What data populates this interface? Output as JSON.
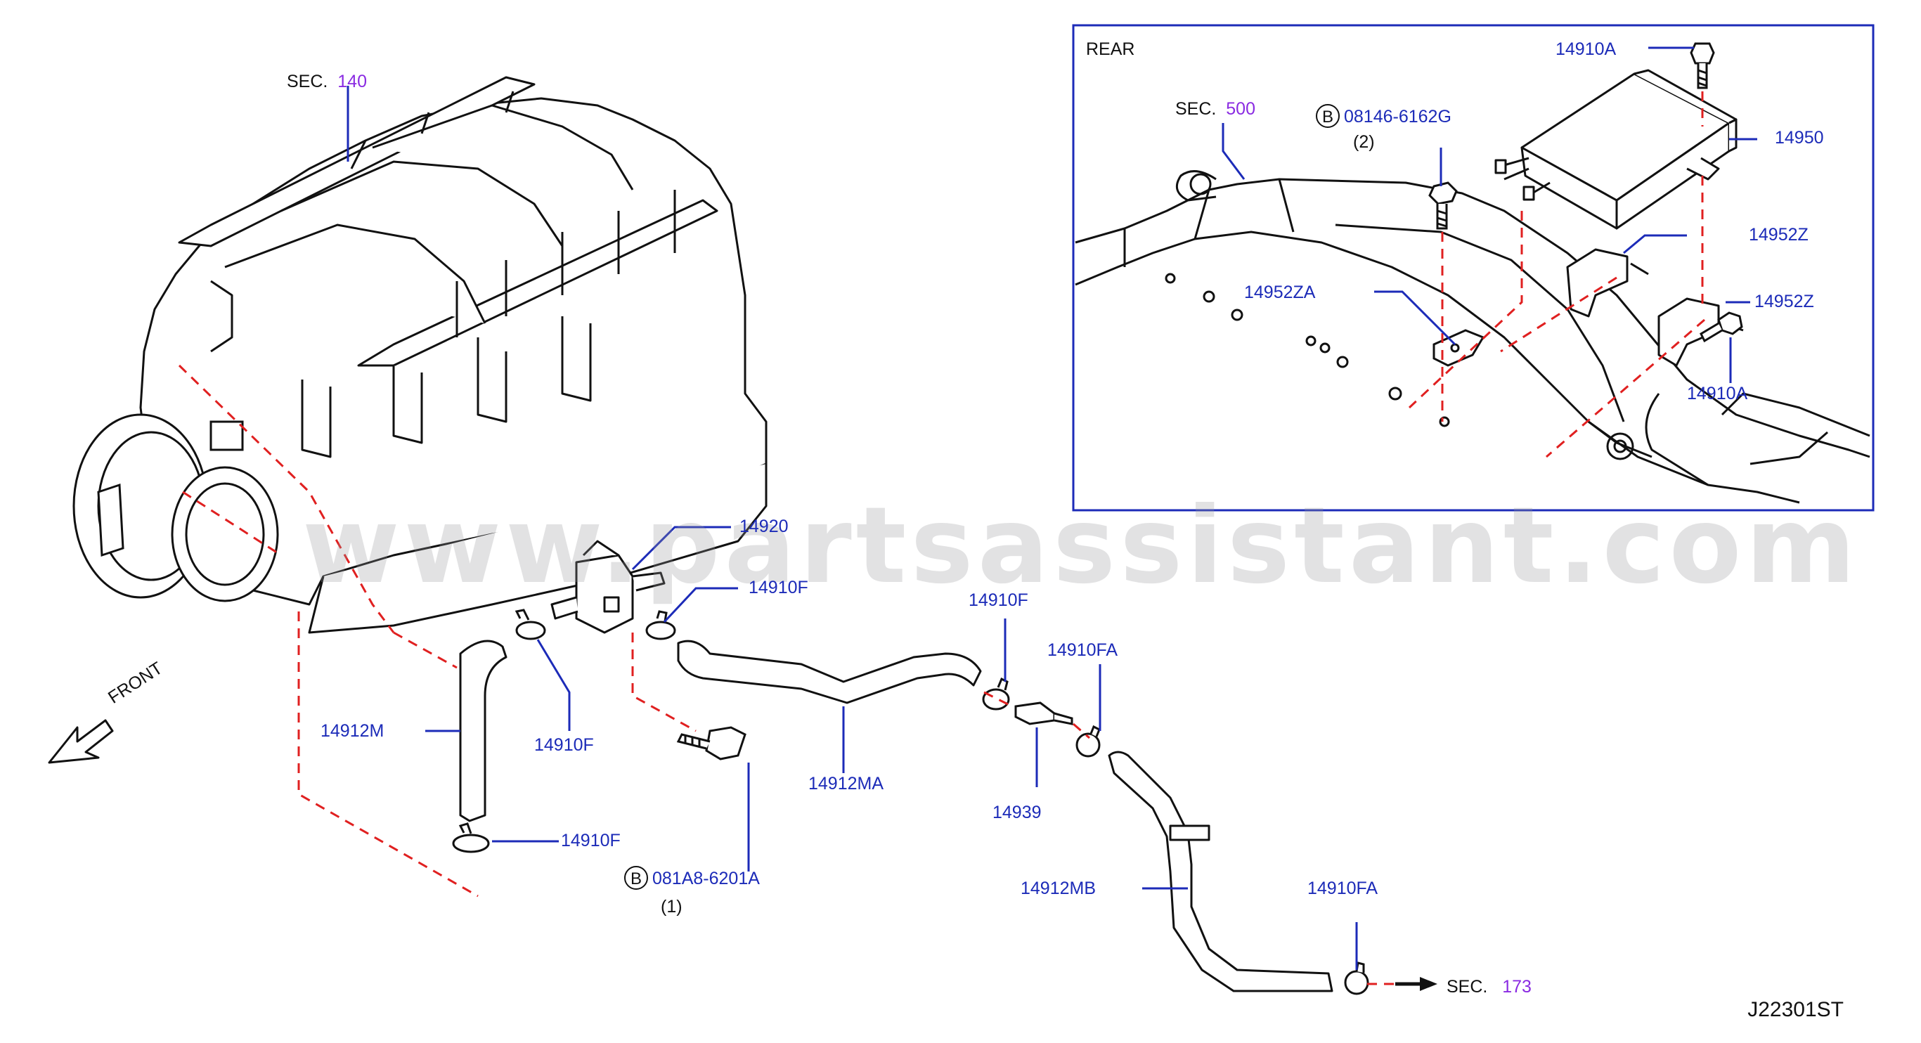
{
  "inset": {
    "title": "REAR"
  },
  "sections": {
    "sec140": {
      "prefix": "SEC.",
      "num": "140"
    },
    "sec500": {
      "prefix": "SEC.",
      "num": "500"
    },
    "sec173": {
      "prefix": "SEC.",
      "num": "173"
    }
  },
  "direction": {
    "label": "FRONT"
  },
  "parts": {
    "p14920": "14920",
    "p14910F_a": "14910F",
    "p14910F_b": "14910F",
    "p14910F_c": "14910F",
    "p14910F_d": "14910F",
    "p14910FA_a": "14910FA",
    "p14910FA_b": "14910FA",
    "p14912M": "14912M",
    "p14912MA": "14912MA",
    "p14912MB": "14912MB",
    "p14939": "14939",
    "p14910A_a": "14910A",
    "p14910A_b": "14910A",
    "p14950": "14950",
    "p14952Z_a": "14952Z",
    "p14952Z_b": "14952Z",
    "p14952ZA": "14952ZA"
  },
  "bolts": {
    "bolt1": {
      "symbol": "B",
      "number": "081A8-6201A",
      "qty": "(1)"
    },
    "bolt2": {
      "symbol": "B",
      "number": "08146-6162G",
      "qty": "(2)"
    }
  },
  "watermark": "www.partsassistant.com",
  "diagram_code": "J22301ST",
  "colors": {
    "callout": "#1c2bb8",
    "section": "#8a2be2",
    "dash": "#e02020",
    "line": "#111111"
  }
}
